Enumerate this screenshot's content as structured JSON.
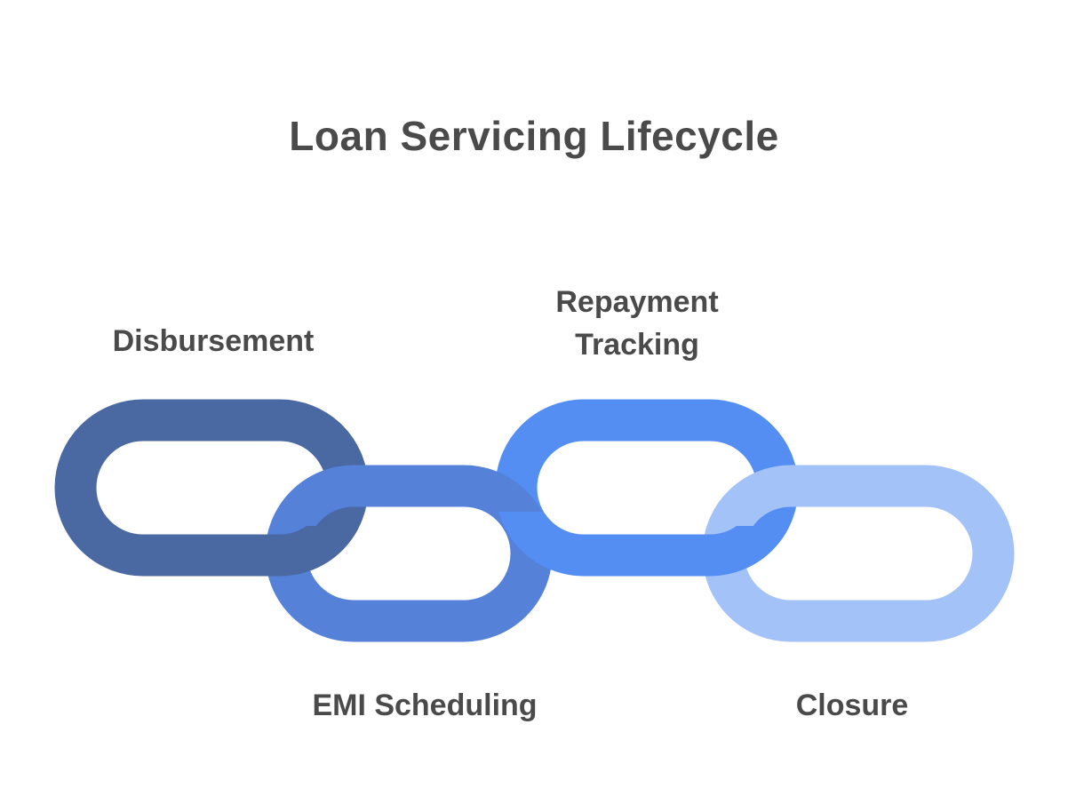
{
  "title": "Loan Servicing Lifecycle",
  "colors": {
    "background": "#ffffff",
    "text": "#4a4a4a",
    "link_disbursement": "#4a68a2",
    "link_emi_scheduling": "#5581d9",
    "link_repayment_tracking": "#548ef2",
    "link_closure": "#a2c2f8"
  },
  "diagram": {
    "type": "interlocking-chain-links",
    "links": [
      {
        "label": "Disbursement",
        "color": "#4a68a2",
        "row": "top",
        "order": 1
      },
      {
        "label": "EMI Scheduling",
        "color": "#5581d9",
        "row": "bottom",
        "order": 2
      },
      {
        "label": "Repayment Tracking",
        "color": "#548ef2",
        "row": "top",
        "order": 3
      },
      {
        "label": "Closure",
        "color": "#a2c2f8",
        "row": "bottom",
        "order": 4
      }
    ]
  }
}
